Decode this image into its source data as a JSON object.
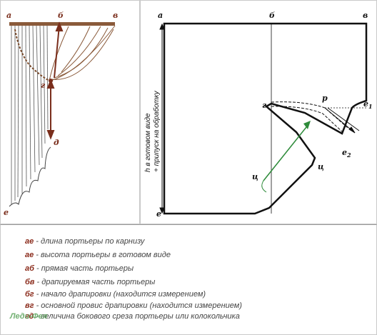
{
  "left_diagram": {
    "labels": {
      "a": "а",
      "b": "б",
      "v": "в",
      "g": "г",
      "d": "д",
      "e": "е"
    }
  },
  "right_diagram": {
    "labels": {
      "a": "а",
      "b": "б",
      "v": "в",
      "g": "г",
      "e": "е",
      "e1": "е",
      "e1_sub": "1",
      "e2": "е",
      "e2_sub": "2",
      "c_lower": "ц",
      "c_right": "ц",
      "r": "р"
    },
    "vertical_caption_1": "h в готовом виде",
    "vertical_caption_2": "+ припуск на обработку"
  },
  "legend": [
    {
      "key": "ае",
      "text": " - длина портьеры по карнизу"
    },
    {
      "key": "ае",
      "text": " - высота портьеры в готовом виде"
    },
    {
      "key": "аб",
      "text": " - прямая часть портьеры"
    },
    {
      "key": "бв",
      "text": " - драпируемая часть портьеры"
    },
    {
      "key": "бг",
      "text": " - начало драпировки (находится измерением)"
    },
    {
      "key": "вг",
      "text": " - основной провис драпировки (находится измерением)"
    },
    {
      "key": "гд",
      "text": " - величина бокового среза портьеры или колокольчика"
    }
  ],
  "watermark": "Леди-Фея",
  "colors": {
    "accent": "#7a2e1c",
    "line": "#111111",
    "arrow": "#2e8b3a",
    "border": "#c9c9c9"
  }
}
